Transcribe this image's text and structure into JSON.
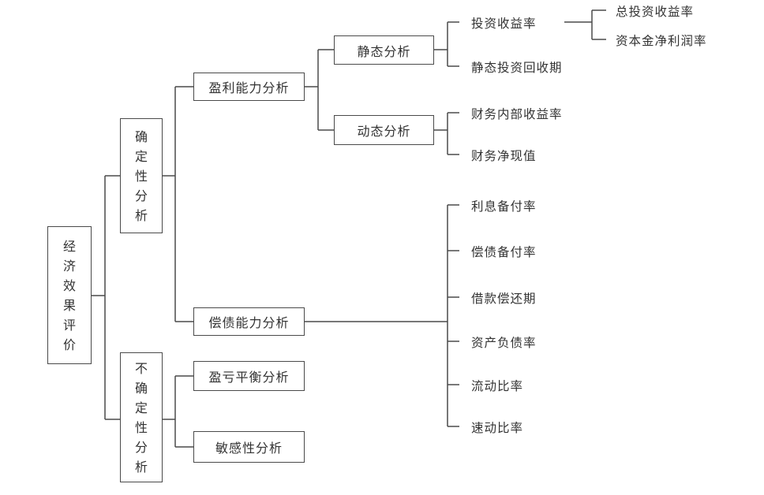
{
  "root": {
    "label": "经济效果评价"
  },
  "branches": {
    "certain": {
      "label": "确定性分析"
    },
    "uncertain": {
      "label": "不确定性分析"
    }
  },
  "nodes": {
    "profitability": "盈利能力分析",
    "solvency": "偿债能力分析",
    "breakeven": "盈亏平衡分析",
    "sensitivity": "敏感性分析",
    "static": "静态分析",
    "dynamic": "动态分析"
  },
  "leaves": {
    "roi": "投资收益率",
    "total_roi": "总投资收益率",
    "capital_net_profit": "资本金净利润率",
    "static_payback": "静态投资回收期",
    "irr": "财务内部收益率",
    "npv": "财务净现值",
    "interest_coverage": "利息备付率",
    "debt_service_coverage": "偿债备付率",
    "loan_repayment_period": "借款偿还期",
    "asset_liability_ratio": "资产负债率",
    "current_ratio": "流动比率",
    "quick_ratio": "速动比率"
  },
  "colors": {
    "line": "#4a4a4a",
    "text": "#333333",
    "background": "#ffffff"
  }
}
